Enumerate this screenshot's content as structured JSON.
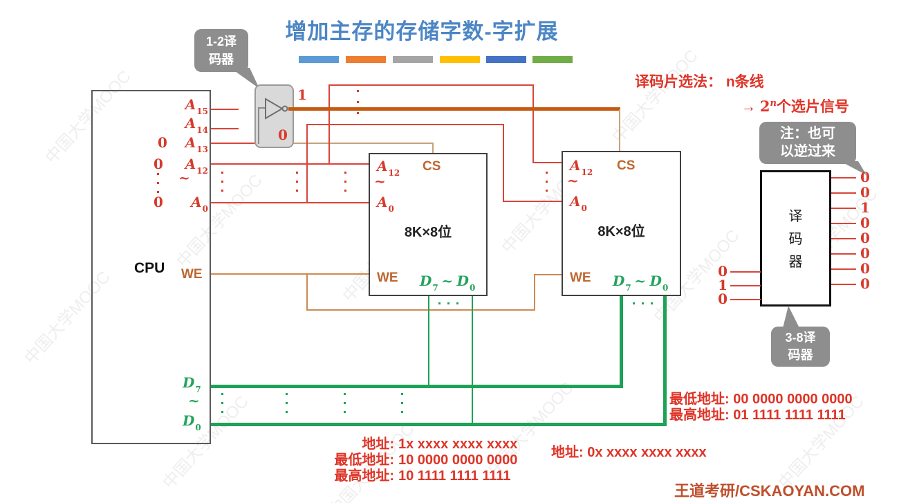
{
  "slide": {
    "title": "增加主存的存储字数-字扩展",
    "brand": "王道考研/CSKAOYAN.COM",
    "watermark": "中国大学MOOC",
    "title_bar_colors": [
      "#5B9BD5",
      "#ED7D31",
      "#A5A5A5",
      "#FFC000",
      "#4472C4",
      "#70AD47"
    ]
  },
  "colors": {
    "title_blue": "#4c86c5",
    "wire_red": "#d8453a",
    "wire_tan": "#c8a178",
    "wire_orange_thick": "#c55a11",
    "wire_green": "#1ea256",
    "label_orange": "#bd672f",
    "label_green": "#23a35c",
    "text_red": "#de3427",
    "bubble_gray": "#8e8e8e"
  },
  "cpu": {
    "label": "CPU",
    "pins": {
      "a15": {
        "base": "A",
        "sub": "15"
      },
      "a14": {
        "base": "A",
        "sub": "14"
      },
      "a13": {
        "base": "A",
        "sub": "13",
        "value": "0"
      },
      "a12": {
        "base": "A",
        "sub": "12",
        "value": "0"
      },
      "tilde": "~",
      "a0": {
        "base": "A",
        "sub": "0",
        "value": "0"
      },
      "we": "WE",
      "d7": {
        "base": "D",
        "sub": "7"
      },
      "dtilde": "~",
      "d0": {
        "base": "D",
        "sub": "0"
      }
    }
  },
  "gate": {
    "out_high": "1",
    "out_low": "0"
  },
  "bubbles": {
    "dec12": {
      "line1": "1-2译",
      "line2": "码器"
    },
    "note": {
      "line1": "注：也可",
      "line2": "以逆过来"
    },
    "dec38": {
      "line1": "3-8译",
      "line2": "码器"
    }
  },
  "chip": {
    "a12": {
      "base": "A",
      "sub": "12"
    },
    "tilde": "~",
    "a0": {
      "base": "A",
      "sub": "0"
    },
    "cs": "CS",
    "capacity": "8K×8位",
    "we": "WE",
    "d7": {
      "base": "D",
      "sub": "7"
    },
    "dtilde": "~",
    "d0": {
      "base": "D",
      "sub": "0"
    }
  },
  "decoder": {
    "chars": [
      "译",
      "码",
      "器"
    ],
    "inputs": [
      "0",
      "1",
      "0"
    ],
    "outputs": [
      "0",
      "0",
      "1",
      "0",
      "0",
      "0",
      "0",
      "0"
    ]
  },
  "annotation": {
    "method_label": "译码片选法：",
    "n_lines": "n条线",
    "arrow": "→",
    "pow_base": "2",
    "pow_exp": "n",
    "pow_rest": "个选片信号"
  },
  "addresses": {
    "left_chip": [
      {
        "label": "地址:",
        "value": "1x xxxx xxxx xxxx"
      },
      {
        "label": "最低地址:",
        "value": "10 0000 0000 0000"
      },
      {
        "label": "最高地址:",
        "value": "10 1111 1111 1111"
      }
    ],
    "right_chip_addr": {
      "label": "地址:",
      "value": "0x xxxx xxxx xxxx"
    },
    "right_chip_range": [
      {
        "label": "最低地址:",
        "value": "00 0000 0000 0000"
      },
      {
        "label": "最高地址:",
        "value": "01 1111 1111 1111"
      }
    ]
  }
}
